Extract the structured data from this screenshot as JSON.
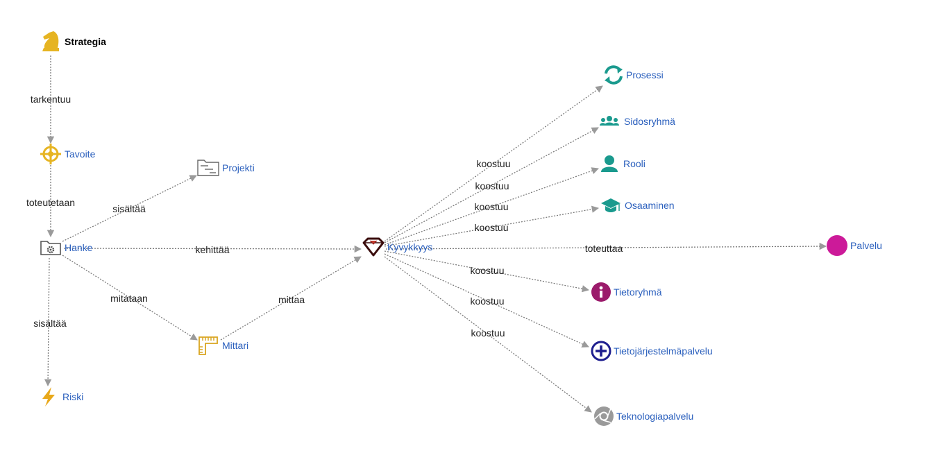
{
  "colors": {
    "edge": "#7a7a7a",
    "label": "#2a5fbd",
    "gold": "#e6b422",
    "teal": "#1a9a8e",
    "purple": "#9b1b6b",
    "navy": "#1f1f8f",
    "magenta": "#cc1a99",
    "gray": "#8a8a8a",
    "maroon": "#5a1010"
  },
  "nodes": [
    {
      "id": "strategia",
      "label": "Strategia",
      "icon": "chess-knight-icon",
      "bold": true
    },
    {
      "id": "tavoite",
      "label": "Tavoite",
      "icon": "target-icon"
    },
    {
      "id": "hanke",
      "label": "Hanke",
      "icon": "folder-gear-icon"
    },
    {
      "id": "projekti",
      "label": "Projekti",
      "icon": "gantt-folder-icon"
    },
    {
      "id": "riski",
      "label": "Riski",
      "icon": "lightning-icon"
    },
    {
      "id": "mittari",
      "label": "Mittari",
      "icon": "ruler-icon"
    },
    {
      "id": "kyvykkyys",
      "label": "Kyvykkyys",
      "icon": "diamond-icon"
    },
    {
      "id": "prosessi",
      "label": "Prosessi",
      "icon": "refresh-icon"
    },
    {
      "id": "sidosryhma",
      "label": "Sidosryhmä",
      "icon": "users-icon"
    },
    {
      "id": "rooli",
      "label": "Rooli",
      "icon": "user-icon"
    },
    {
      "id": "osaaminen",
      "label": "Osaaminen",
      "icon": "graduation-cap-icon"
    },
    {
      "id": "palvelu",
      "label": "Palvelu",
      "icon": "circle-icon"
    },
    {
      "id": "tietoryhma",
      "label": "Tietoryhmä",
      "icon": "info-icon"
    },
    {
      "id": "tietojarjestelmapalvelu",
      "label": "Tietojärjestelmäpalvelu",
      "icon": "plus-circle-icon"
    },
    {
      "id": "teknologiapalvelu",
      "label": "Teknologiapalvelu",
      "icon": "chrome-icon"
    }
  ],
  "edges": [
    {
      "from": "strategia",
      "to": "tavoite",
      "label": "tarkentuu"
    },
    {
      "from": "tavoite",
      "to": "hanke",
      "label": "toteutetaan"
    },
    {
      "from": "hanke",
      "to": "projekti",
      "label": "sisältää"
    },
    {
      "from": "hanke",
      "to": "kyvykkyys",
      "label": "kehittää"
    },
    {
      "from": "hanke",
      "to": "mittari",
      "label": "mitataan"
    },
    {
      "from": "hanke",
      "to": "riski",
      "label": "sisältää"
    },
    {
      "from": "mittari",
      "to": "kyvykkyys",
      "label": "mittaa"
    },
    {
      "from": "kyvykkyys",
      "to": "prosessi",
      "label": "koostuu"
    },
    {
      "from": "kyvykkyys",
      "to": "sidosryhma",
      "label": "koostuu"
    },
    {
      "from": "kyvykkyys",
      "to": "rooli",
      "label": "koostuu"
    },
    {
      "from": "kyvykkyys",
      "to": "osaaminen",
      "label": "koostuu"
    },
    {
      "from": "kyvykkyys",
      "to": "palvelu",
      "label": "toteuttaa"
    },
    {
      "from": "kyvykkyys",
      "to": "tietoryhma",
      "label": "koostuu"
    },
    {
      "from": "kyvykkyys",
      "to": "tietojarjestelmapalvelu",
      "label": "koostuu"
    },
    {
      "from": "kyvykkyys",
      "to": "teknologiapalvelu",
      "label": "koostuu"
    }
  ]
}
